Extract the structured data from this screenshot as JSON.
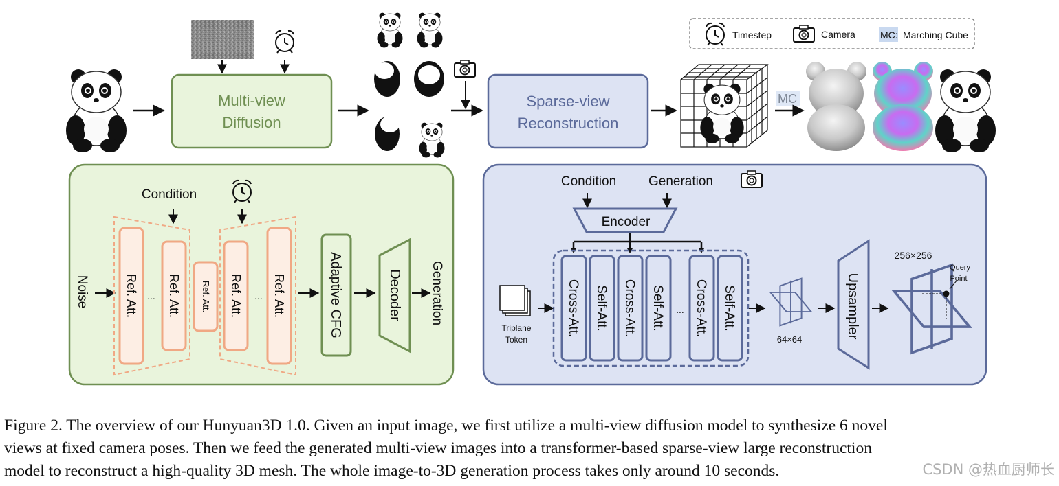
{
  "legend": {
    "timestep": "Timestep",
    "camera": "Camera",
    "mc_key": "MC:",
    "mc_label": "Marching Cube"
  },
  "pipeline": {
    "multiview_diffusion": [
      "Multi-view",
      "Diffusion"
    ],
    "sparseview_reconstruction": [
      "Sparse-view",
      "Reconstruction"
    ],
    "mc": "MC"
  },
  "left_panel": {
    "condition": "Condition",
    "noise": "Noise",
    "ref_att": "Ref. Att.",
    "ellipsis": "...",
    "adaptive_cfg": "Adaptive CFG",
    "decoder": "Decoder",
    "generation": "Generation"
  },
  "right_panel": {
    "condition": "Condition",
    "generation": "Generation",
    "encoder": "Encoder",
    "triplane_token": [
      "Triplane",
      "Token"
    ],
    "cross_att": "Cross-Att.",
    "self_att": "Self-Att.",
    "ellipsis": "...",
    "size_small": "64×64",
    "upsampler": "Upsampler",
    "size_large": "256×256",
    "query_point": [
      "Query",
      "Point"
    ]
  },
  "caption": [
    "Figure 2. The overview of our  Hunyuan3D 1.0. Given an input image, we first utilize a multi-view diffusion model to synthesize 6 novel",
    "views at fixed camera poses.  Then we feed the generated multi-view images into a transformer-based sparse-view large reconstruction",
    "model to reconstruct a high-quality 3D mesh. The whole image-to-3D generation process takes only around 10 seconds."
  ],
  "watermark": "CSDN @热血厨师长",
  "colors": {
    "green_fill": "#e9f4dc",
    "green_stroke": "#6f8f52",
    "green_text": "#6f8f52",
    "blue_fill": "#dde3f3",
    "blue_stroke": "#5b6a9a",
    "blue_text": "#5b6a9a",
    "orange": "#f0a884",
    "orange_fill": "#fdeee4"
  }
}
